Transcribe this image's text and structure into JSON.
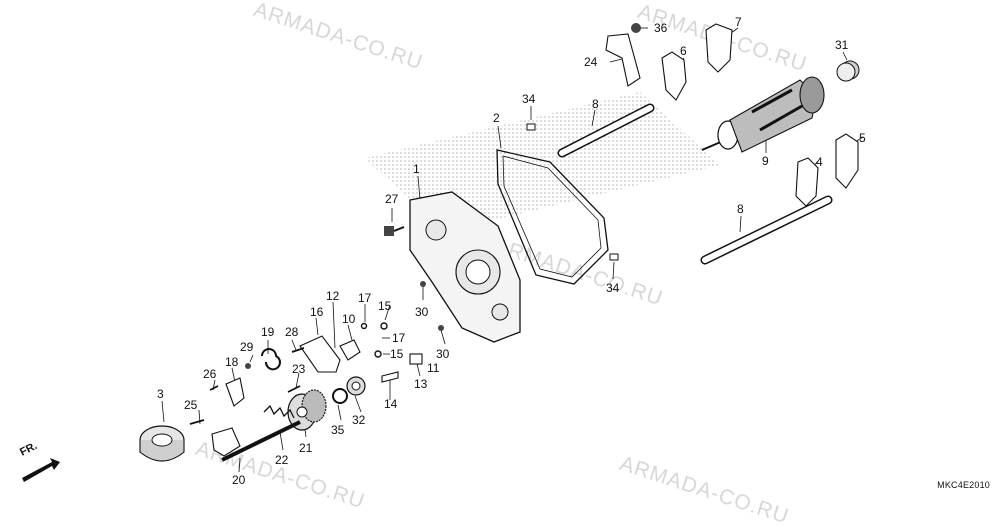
{
  "watermark": "ARMADA-CO.RU",
  "diagram_code": "MKC4E2010",
  "direction_label": "FR.",
  "callouts": [
    "1",
    "2",
    "3",
    "4",
    "5",
    "6",
    "7",
    "8",
    "9",
    "10",
    "11",
    "12",
    "13",
    "14",
    "15",
    "16",
    "17",
    "18",
    "19",
    "20",
    "21",
    "22",
    "23",
    "24",
    "25",
    "26",
    "27",
    "28",
    "29",
    "30",
    "31",
    "32",
    "34",
    "35",
    "36"
  ]
}
